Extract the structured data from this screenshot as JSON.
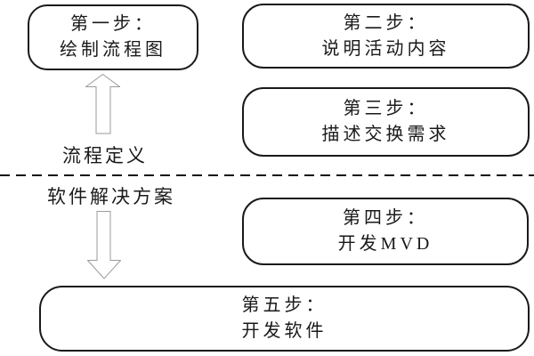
{
  "diagram": {
    "steps": [
      {
        "line1": "第一步：",
        "line2": "绘制流程图"
      },
      {
        "line1": "第二步：",
        "line2": "说明活动内容"
      },
      {
        "line1": "第三步：",
        "line2": "描述交换需求"
      },
      {
        "line1": "第四步：",
        "line2": "开发MVD"
      },
      {
        "line1": "第五步：",
        "line2": "开发软件"
      }
    ],
    "labels": {
      "above_divider": "流程定义",
      "below_divider": "软件解决方案"
    },
    "colors": {
      "background": "#ffffff",
      "box_border": "#1a1a1a",
      "text": "#1a1a1a",
      "arrow_outline": "#9b9b9b",
      "divider": "#111111"
    }
  }
}
